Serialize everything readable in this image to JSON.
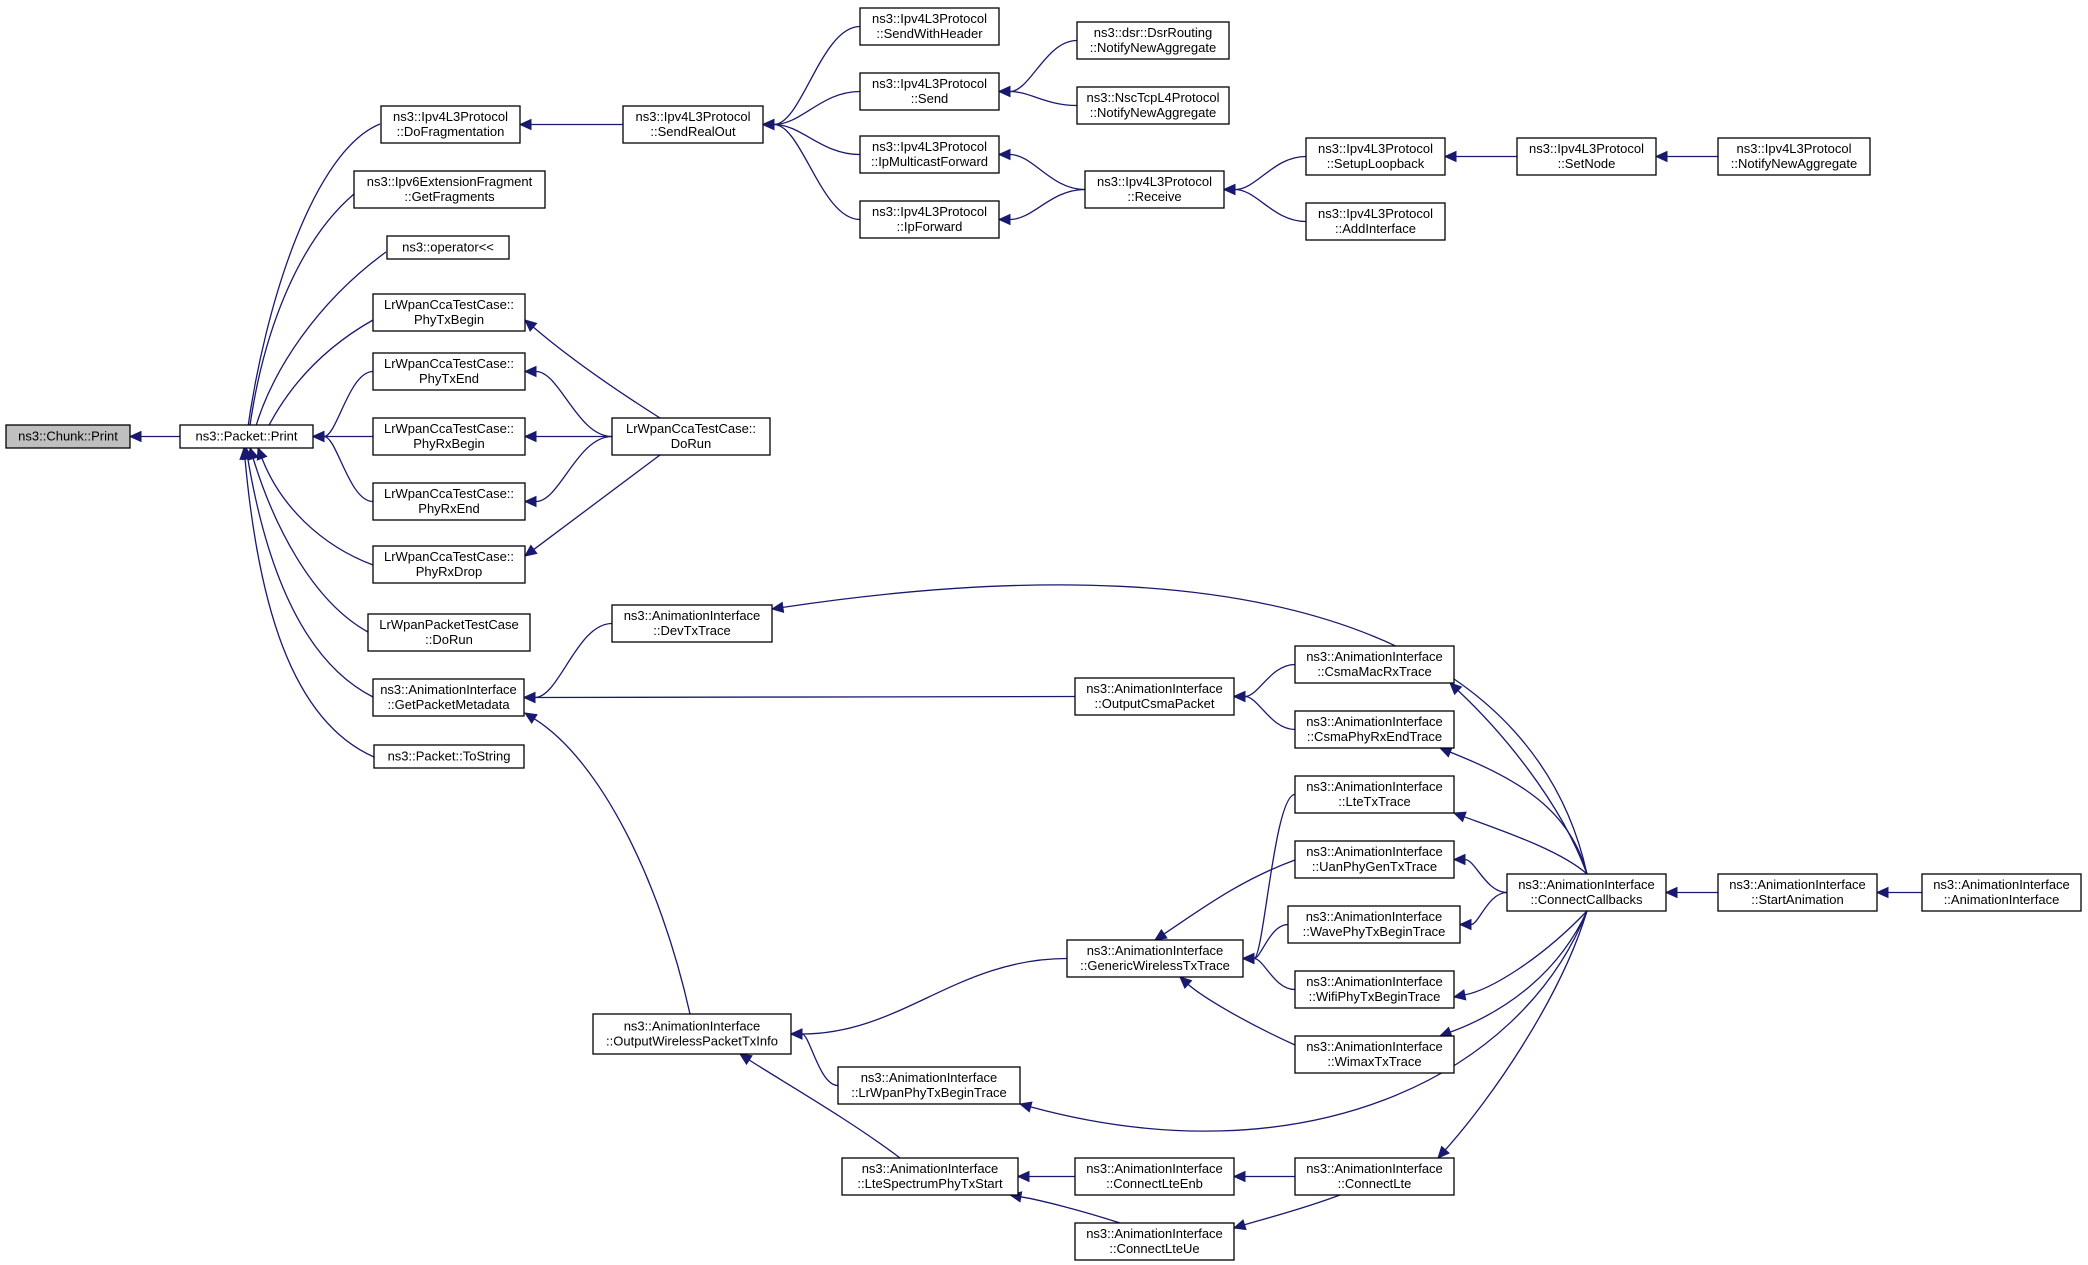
{
  "colors": {
    "edge": "#191970",
    "root_fill": "#bfbfbf",
    "node_fill": "#ffffff",
    "node_border": "#000000"
  },
  "nodes": [
    {
      "id": "chunk_print",
      "lines": [
        "ns3::Chunk::Print"
      ],
      "root": true
    },
    {
      "id": "packet_print",
      "lines": [
        "ns3::Packet::Print"
      ]
    },
    {
      "id": "dofragmentation",
      "lines": [
        "ns3::Ipv4L3Protocol",
        "::DoFragmentation"
      ]
    },
    {
      "id": "ipv6_getfragments",
      "lines": [
        "ns3::Ipv6ExtensionFragment",
        "::GetFragments"
      ]
    },
    {
      "id": "operator_lshift",
      "lines": [
        "ns3::operator<<"
      ]
    },
    {
      "id": "phytxbegin",
      "lines": [
        "LrWpanCcaTestCase::",
        "PhyTxBegin"
      ]
    },
    {
      "id": "phytxend",
      "lines": [
        "LrWpanCcaTestCase::",
        "PhyTxEnd"
      ]
    },
    {
      "id": "phyrxbegin",
      "lines": [
        "LrWpanCcaTestCase::",
        "PhyRxBegin"
      ]
    },
    {
      "id": "phyrxend",
      "lines": [
        "LrWpanCcaTestCase::",
        "PhyRxEnd"
      ]
    },
    {
      "id": "phyrxdrop",
      "lines": [
        "LrWpanCcaTestCase::",
        "PhyRxDrop"
      ]
    },
    {
      "id": "lrwpanpacket_dorun",
      "lines": [
        "LrWpanPacketTestCase",
        "::DoRun"
      ]
    },
    {
      "id": "getpacketmetadata",
      "lines": [
        "ns3::AnimationInterface",
        "::GetPacketMetadata"
      ]
    },
    {
      "id": "packet_tostring",
      "lines": [
        "ns3::Packet::ToString"
      ]
    },
    {
      "id": "sendrealout",
      "lines": [
        "ns3::Ipv4L3Protocol",
        "::SendRealOut"
      ]
    },
    {
      "id": "cca_dorun",
      "lines": [
        "LrWpanCcaTestCase::",
        "DoRun"
      ]
    },
    {
      "id": "devtxtrace",
      "lines": [
        "ns3::AnimationInterface",
        "::DevTxTrace"
      ]
    },
    {
      "id": "outputwireless",
      "lines": [
        "ns3::AnimationInterface",
        "::OutputWirelessPacketTxInfo"
      ]
    },
    {
      "id": "sendwithheader",
      "lines": [
        "ns3::Ipv4L3Protocol",
        "::SendWithHeader"
      ]
    },
    {
      "id": "send",
      "lines": [
        "ns3::Ipv4L3Protocol",
        "::Send"
      ]
    },
    {
      "id": "ipmulticastforward",
      "lines": [
        "ns3::Ipv4L3Protocol",
        "::IpMulticastForward"
      ]
    },
    {
      "id": "ipforward",
      "lines": [
        "ns3::Ipv4L3Protocol",
        "::IpForward"
      ]
    },
    {
      "id": "lrwpanphytxbegintrace",
      "lines": [
        "ns3::AnimationInterface",
        "::LrWpanPhyTxBeginTrace"
      ]
    },
    {
      "id": "ltespectrumphytxstart",
      "lines": [
        "ns3::AnimationInterface",
        "::LteSpectrumPhyTxStart"
      ]
    },
    {
      "id": "dsr_notify",
      "lines": [
        "ns3::dsr::DsrRouting",
        "::NotifyNewAggregate"
      ]
    },
    {
      "id": "nsctcp_notify",
      "lines": [
        "ns3::NscTcpL4Protocol",
        "::NotifyNewAggregate"
      ]
    },
    {
      "id": "receive",
      "lines": [
        "ns3::Ipv4L3Protocol",
        "::Receive"
      ]
    },
    {
      "id": "outputcsmapacket",
      "lines": [
        "ns3::AnimationInterface",
        "::OutputCsmaPacket"
      ]
    },
    {
      "id": "genericwirelesstxtrace",
      "lines": [
        "ns3::AnimationInterface",
        "::GenericWirelessTxTrace"
      ]
    },
    {
      "id": "connectlteenb",
      "lines": [
        "ns3::AnimationInterface",
        "::ConnectLteEnb"
      ]
    },
    {
      "id": "connectlteue",
      "lines": [
        "ns3::AnimationInterface",
        "::ConnectLteUe"
      ]
    },
    {
      "id": "setuploopback",
      "lines": [
        "ns3::Ipv4L3Protocol",
        "::SetupLoopback"
      ]
    },
    {
      "id": "addinterface",
      "lines": [
        "ns3::Ipv4L3Protocol",
        "::AddInterface"
      ]
    },
    {
      "id": "csmamacrxtrace",
      "lines": [
        "ns3::AnimationInterface",
        "::CsmaMacRxTrace"
      ]
    },
    {
      "id": "csmaphyrxendtrace",
      "lines": [
        "ns3::AnimationInterface",
        "::CsmaPhyRxEndTrace"
      ]
    },
    {
      "id": "ltetxtrace",
      "lines": [
        "ns3::AnimationInterface",
        "::LteTxTrace"
      ]
    },
    {
      "id": "uanphygentxtrace",
      "lines": [
        "ns3::AnimationInterface",
        "::UanPhyGenTxTrace"
      ]
    },
    {
      "id": "wavephytxbegintrace",
      "lines": [
        "ns3::AnimationInterface",
        "::WavePhyTxBeginTrace"
      ]
    },
    {
      "id": "wifiphytxbegintrace",
      "lines": [
        "ns3::AnimationInterface",
        "::WifiPhyTxBeginTrace"
      ]
    },
    {
      "id": "wimaxtxtrace",
      "lines": [
        "ns3::AnimationInterface",
        "::WimaxTxTrace"
      ]
    },
    {
      "id": "connectlte",
      "lines": [
        "ns3::AnimationInterface",
        "::ConnectLte"
      ]
    },
    {
      "id": "setnode",
      "lines": [
        "ns3::Ipv4L3Protocol",
        "::SetNode"
      ]
    },
    {
      "id": "connectcallbacks",
      "lines": [
        "ns3::AnimationInterface",
        "::ConnectCallbacks"
      ]
    },
    {
      "id": "l3_notifynewaggregate",
      "lines": [
        "ns3::Ipv4L3Protocol",
        "::NotifyNewAggregate"
      ]
    },
    {
      "id": "startanimation",
      "lines": [
        "ns3::AnimationInterface",
        "::StartAnimation"
      ]
    },
    {
      "id": "animationinterface_ctor",
      "lines": [
        "ns3::AnimationInterface",
        "::AnimationInterface"
      ]
    }
  ],
  "edges": [
    {
      "from": "packet_print",
      "to": "chunk_print"
    },
    {
      "from": "dofragmentation",
      "to": "packet_print"
    },
    {
      "from": "ipv6_getfragments",
      "to": "packet_print"
    },
    {
      "from": "operator_lshift",
      "to": "packet_print"
    },
    {
      "from": "phytxbegin",
      "to": "packet_print"
    },
    {
      "from": "phytxend",
      "to": "packet_print"
    },
    {
      "from": "phyrxbegin",
      "to": "packet_print"
    },
    {
      "from": "phyrxend",
      "to": "packet_print"
    },
    {
      "from": "phyrxdrop",
      "to": "packet_print"
    },
    {
      "from": "lrwpanpacket_dorun",
      "to": "packet_print"
    },
    {
      "from": "getpacketmetadata",
      "to": "packet_print"
    },
    {
      "from": "packet_tostring",
      "to": "packet_print"
    },
    {
      "from": "sendrealout",
      "to": "dofragmentation"
    },
    {
      "from": "cca_dorun",
      "to": "phytxbegin"
    },
    {
      "from": "cca_dorun",
      "to": "phytxend"
    },
    {
      "from": "cca_dorun",
      "to": "phyrxbegin"
    },
    {
      "from": "cca_dorun",
      "to": "phyrxend"
    },
    {
      "from": "cca_dorun",
      "to": "phyrxdrop"
    },
    {
      "from": "devtxtrace",
      "to": "getpacketmetadata"
    },
    {
      "from": "outputcsmapacket",
      "to": "getpacketmetadata"
    },
    {
      "from": "outputwireless",
      "to": "getpacketmetadata"
    },
    {
      "from": "sendwithheader",
      "to": "sendrealout"
    },
    {
      "from": "send",
      "to": "sendrealout"
    },
    {
      "from": "ipmulticastforward",
      "to": "sendrealout"
    },
    {
      "from": "ipforward",
      "to": "sendrealout"
    },
    {
      "from": "dsr_notify",
      "to": "send"
    },
    {
      "from": "nsctcp_notify",
      "to": "send"
    },
    {
      "from": "receive",
      "to": "ipmulticastforward"
    },
    {
      "from": "receive",
      "to": "ipforward"
    },
    {
      "from": "setuploopback",
      "to": "receive"
    },
    {
      "from": "addinterface",
      "to": "receive"
    },
    {
      "from": "setnode",
      "to": "setuploopback"
    },
    {
      "from": "l3_notifynewaggregate",
      "to": "setnode"
    },
    {
      "from": "connectcallbacks",
      "to": "devtxtrace"
    },
    {
      "from": "csmamacrxtrace",
      "to": "outputcsmapacket"
    },
    {
      "from": "csmaphyrxendtrace",
      "to": "outputcsmapacket"
    },
    {
      "from": "connectcallbacks",
      "to": "csmamacrxtrace"
    },
    {
      "from": "connectcallbacks",
      "to": "csmaphyrxendtrace"
    },
    {
      "from": "genericwirelesstxtrace",
      "to": "outputwireless"
    },
    {
      "from": "lrwpanphytxbegintrace",
      "to": "outputwireless"
    },
    {
      "from": "ltespectrumphytxstart",
      "to": "outputwireless"
    },
    {
      "from": "ltetxtrace",
      "to": "genericwirelesstxtrace"
    },
    {
      "from": "uanphygentxtrace",
      "to": "genericwirelesstxtrace"
    },
    {
      "from": "wavephytxbegintrace",
      "to": "genericwirelesstxtrace"
    },
    {
      "from": "wifiphytxbegintrace",
      "to": "genericwirelesstxtrace"
    },
    {
      "from": "wimaxtxtrace",
      "to": "genericwirelesstxtrace"
    },
    {
      "from": "connectcallbacks",
      "to": "ltetxtrace"
    },
    {
      "from": "connectcallbacks",
      "to": "uanphygentxtrace"
    },
    {
      "from": "connectcallbacks",
      "to": "wavephytxbegintrace"
    },
    {
      "from": "connectcallbacks",
      "to": "wifiphytxbegintrace"
    },
    {
      "from": "connectcallbacks",
      "to": "wimaxtxtrace"
    },
    {
      "from": "connectcallbacks",
      "to": "lrwpanphytxbegintrace"
    },
    {
      "from": "connectlteenb",
      "to": "ltespectrumphytxstart"
    },
    {
      "from": "connectlteue",
      "to": "ltespectrumphytxstart"
    },
    {
      "from": "connectlte",
      "to": "connectlteenb"
    },
    {
      "from": "connectlte",
      "to": "connectlteue"
    },
    {
      "from": "connectcallbacks",
      "to": "connectlte"
    },
    {
      "from": "startanimation",
      "to": "connectcallbacks"
    },
    {
      "from": "animationinterface_ctor",
      "to": "startanimation"
    }
  ]
}
